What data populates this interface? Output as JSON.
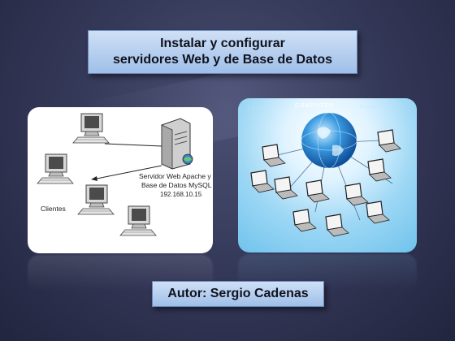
{
  "title": {
    "line1": "Instalar y configurar",
    "line2": "servidores Web y de Base de Datos"
  },
  "diagram": {
    "server_label_line1": "Servidor Web Apache y",
    "server_label_line2": "Base de Datos MySQL",
    "server_ip": "192.168.10.15",
    "clients_label": "Clientes"
  },
  "network_image": {
    "banner": "COMPUTER"
  },
  "author": "Autor: Sergio Cadenas",
  "colors": {
    "background": "#363a5a",
    "title_box": "#b5cff0",
    "globe": "#2a7fd0"
  }
}
